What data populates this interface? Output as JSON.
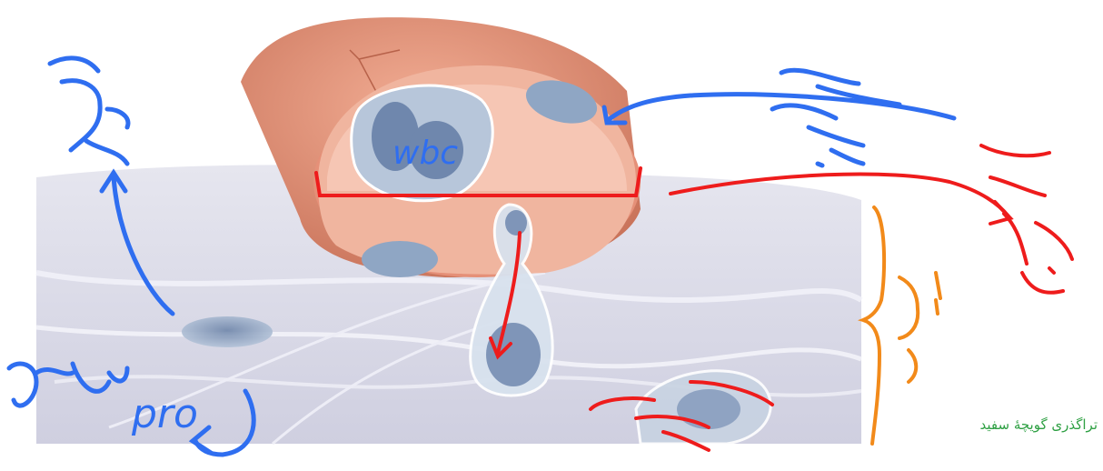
{
  "annotations": {
    "wbc": "wbc",
    "pro": "pro",
    "caption": "تراگذری گویچهٔ سفید"
  },
  "colors": {
    "annotation_blue": "#2f6ef0",
    "annotation_red": "#ee1c1c",
    "annotation_orange": "#f28a1a",
    "caption_green": "#2ea043",
    "vessel_wall": "#e2957b",
    "vessel_inner": "#f6c6b4",
    "tissue": "#d9d9e6",
    "cell": "#8fa6c4"
  }
}
